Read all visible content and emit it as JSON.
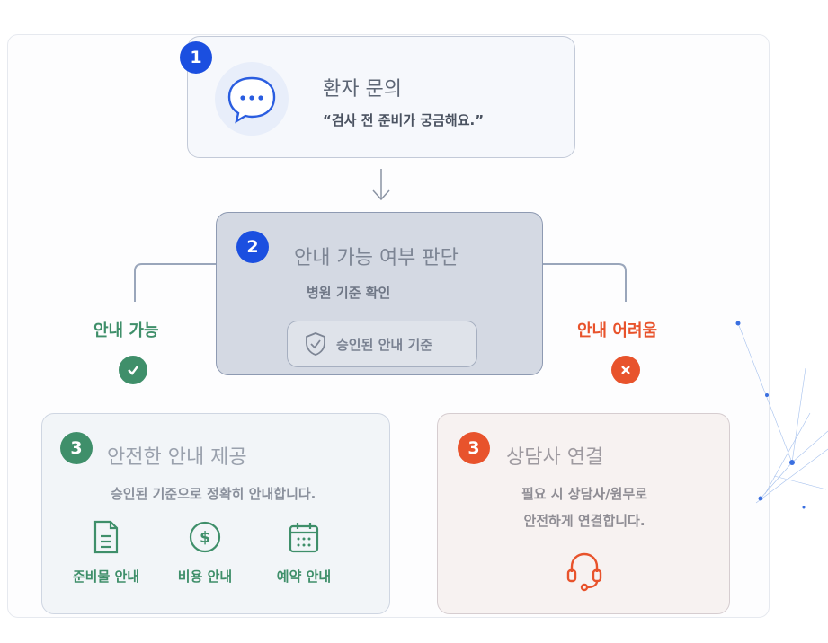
{
  "step1": {
    "badge": "1",
    "title": "환자 문의",
    "quote": "“검사 전 준비가 궁금해요.”",
    "icon": "chat-bubble-icon"
  },
  "step2": {
    "badge": "2",
    "title": "안내 가능 여부 판단",
    "subtitle": "병원 기준 확인",
    "pill_label": "승인된 안내 기준",
    "pill_icon": "shield-check-icon"
  },
  "branches": {
    "yes_label": "안내 가능",
    "no_label": "안내 어려움",
    "yes_color": "#3f8f6a",
    "no_color": "#e8532c"
  },
  "step3_safe": {
    "badge": "3",
    "title": "안전한 안내 제공",
    "subtitle": "승인된 기준으로 정확히 안내합니다.",
    "services": [
      {
        "label": "준비물 안내",
        "icon": "document-icon"
      },
      {
        "label": "비용 안내",
        "icon": "dollar-icon"
      },
      {
        "label": "예약 안내",
        "icon": "calendar-icon"
      }
    ]
  },
  "step3_counsel": {
    "badge": "3",
    "title": "상담사 연결",
    "desc_line1": "필요 시 상담사/원무로",
    "desc_line2": "안전하게 연결합니다.",
    "icon": "headset-icon"
  },
  "colors": {
    "blue": "#1b4fe0",
    "green": "#3f8f6a",
    "orange": "#e8532c"
  }
}
